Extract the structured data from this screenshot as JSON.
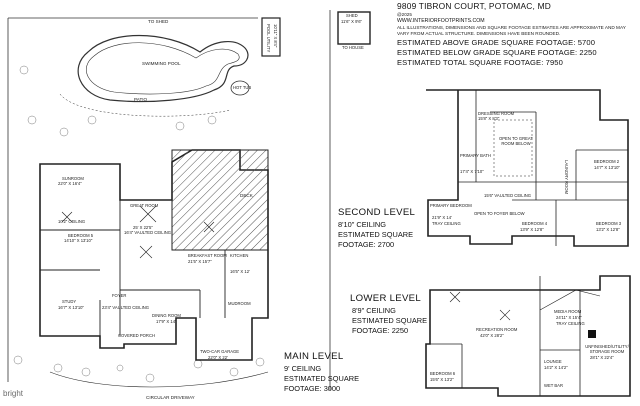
{
  "header": {
    "address": "9809 TIBRON COURT, POTOMAC, MD",
    "copyright": "@2025",
    "website": "WWW.INTERIORFOOTPRINTS.COM",
    "disclaimer": "ALL ILLUSTRATIONS, DIMENSIONS AND SQUARE FOOTAGE ESTIMATES ARE APPROXIMATE AND MAY VARY FROM ACTUAL STRUCTURE. DIMENSIONS HAVE BEEN ROUNDED.",
    "above_grade": "ESTIMATED ABOVE GRADE SQUARE FOOTAGE: 5700",
    "below_grade": "ESTIMATED BELOW GRADE SQUARE FOOTAGE: 2250",
    "total": "ESTIMATED TOTAL SQUARE FOOTAGE: 7950"
  },
  "site": {
    "to_shed": "TO SHED",
    "pool": "SWIMMING POOL",
    "patio": "PATIO",
    "hot_tub": "HOT TUB",
    "pool_utility": "POOL UTILITY",
    "pool_utility_dim": "10'11\" X 8'4\"",
    "deck": "DECK",
    "driveway": "CIRCULAR DRIVEWAY",
    "shed": "SHED",
    "shed_dim": "11'6\" X 9'6\"",
    "to_house": "TO HOUSE"
  },
  "main_rooms": {
    "sunroom": "SUNROOM",
    "sunroom_dim": "22'0\" X 16'4\"",
    "sunroom_ceiling": "10'2\" CEILING",
    "bedroom5": "BEDROOM 5",
    "bedroom5_dim": "14'10\" X 13'10\"",
    "great_room": "GREAT ROOM",
    "great_room_dim": "25' X 22'5\"",
    "great_room_ceiling": "16'4\" VAULTED CEILING",
    "breakfast": "BREAKFAST ROOM",
    "breakfast_dim": "21'5\" X 15'7\"",
    "kitchen": "KITCHEN",
    "kitchen_dim": "16'5\" X 12'",
    "study": "STUDY",
    "study_dim": "16'7\" X 13'10\"",
    "foyer": "FOYER",
    "foyer_ceiling": "23'4\" VAULTED CEILING",
    "dining": "DINING ROOM",
    "dining_dim": "17'9\" X 14'",
    "mudroom": "MUDROOM",
    "covered_porch": "COVERED PORCH",
    "garage": "TWO-CAR GARAGE",
    "garage_dim": "22'0\" X 22'"
  },
  "second_rooms": {
    "dressing": "DRESSING ROOM",
    "dressing_dim": "15'8\" X 8'3\"",
    "primary_bath": "PRIMARY BATH",
    "primary_bath_dim": "17'4\" X 7'10\"",
    "open_great": "OPEN TO GREAT ROOM BELOW",
    "primary_bedroom": "PRIMARY BEDROOM",
    "primary_bedroom_dim": "21'9\" X 14'",
    "primary_bedroom_ceiling": "TRAY CEILING",
    "vaulted": "15'6\" VAULTED CEILING",
    "open_foyer": "OPEN TO FOYER BELOW",
    "bedroom2": "BEDROOM 2",
    "bedroom2_dim": "14'7\" X 13'10\"",
    "laundry": "LAUNDRY ROOM",
    "bedroom4": "BEDROOM 4",
    "bedroom4_dim": "13'9\" X 12'8\"",
    "bedroom3": "BEDROOM 3",
    "bedroom3_dim": "13'2\" X 12'8\""
  },
  "lower_rooms": {
    "recreation": "RECREATION ROOM",
    "recreation_dim": "42'0\" X 28'2\"",
    "media": "MEDIA ROOM",
    "media_dim": "24'11\" X 15'4\"",
    "media_ceiling": "TRAY CEILING",
    "bedroom6": "BEDROOM 6",
    "bedroom6_dim": "15'6\" X 13'2\"",
    "lounge": "LOUNGE",
    "lounge_dim": "14'2\" X 14'2\"",
    "storage": "UNFINISHED/UTILITY/ STORAGE ROOM",
    "storage_dim": "28'1\" X 22'4\"",
    "wet_bar": "WET BAR"
  },
  "levels": {
    "main_title": "MAIN LEVEL",
    "main_ceiling": "9' CEILING",
    "main_est": "ESTIMATED SQUARE",
    "main_foot": "FOOTAGE: 3000",
    "second_title": "SECOND LEVEL",
    "second_ceiling": "8'10\" CEILING",
    "second_est": "ESTIMATED SQUARE",
    "second_foot": "FOOTAGE: 2700",
    "lower_title": "LOWER LEVEL",
    "lower_ceiling": "8'9\" CEILING",
    "lower_est": "ESTIMATED SQUARE",
    "lower_foot": "FOOTAGE: 2250"
  },
  "watermark": "bright"
}
